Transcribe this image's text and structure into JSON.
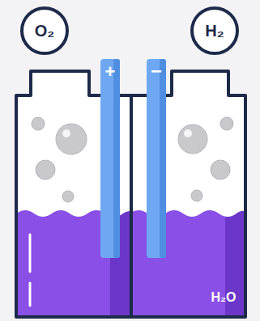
{
  "diagram": {
    "nodes": [
      {
        "text": [
          "O₂"
        ]
      },
      {
        "text": [
          "H₂"
        ]
      }
    ],
    "labels": [
      "+",
      "−",
      "H₂O"
    ]
  }
}
